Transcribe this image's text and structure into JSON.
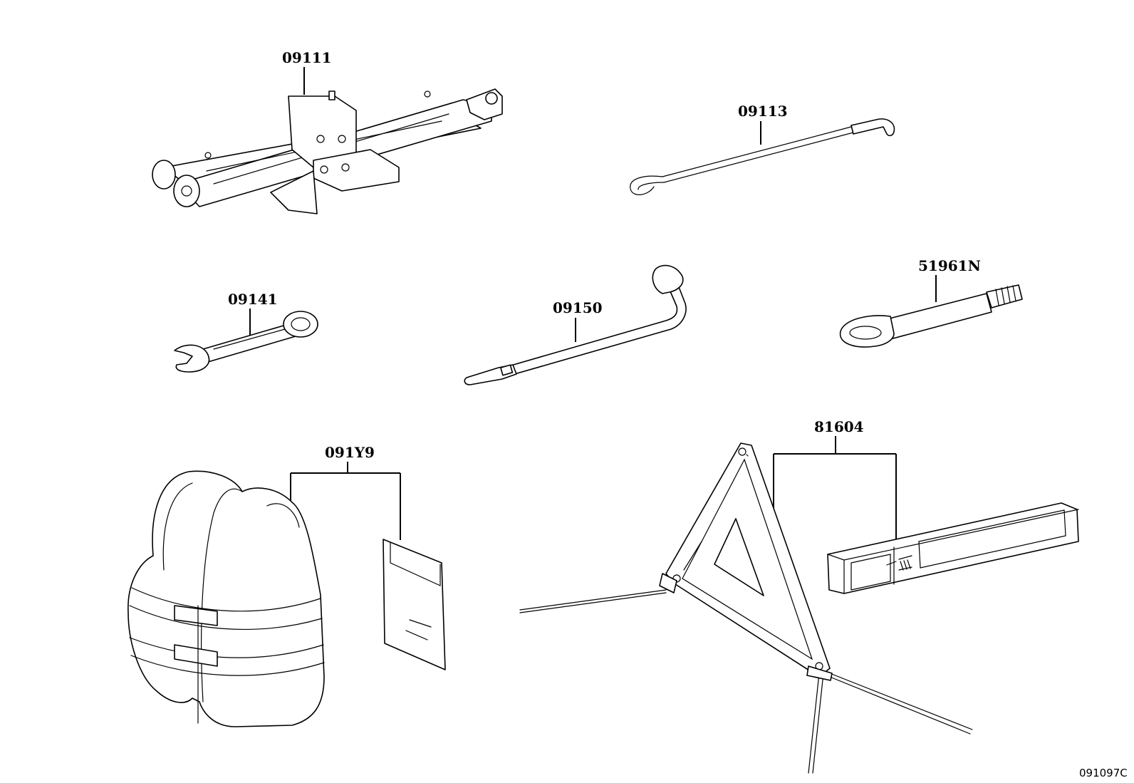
{
  "diagram": {
    "parts": [
      {
        "id": "jack",
        "number": "09111"
      },
      {
        "id": "jack-handle",
        "number": "09113"
      },
      {
        "id": "wrench",
        "number": "09141"
      },
      {
        "id": "lug-wrench",
        "number": "09150"
      },
      {
        "id": "tow-hook",
        "number": "51961N"
      },
      {
        "id": "safety-vest",
        "number": "091Y9"
      },
      {
        "id": "warning-triangle",
        "number": "81604"
      }
    ],
    "reference_code": "091097C"
  }
}
